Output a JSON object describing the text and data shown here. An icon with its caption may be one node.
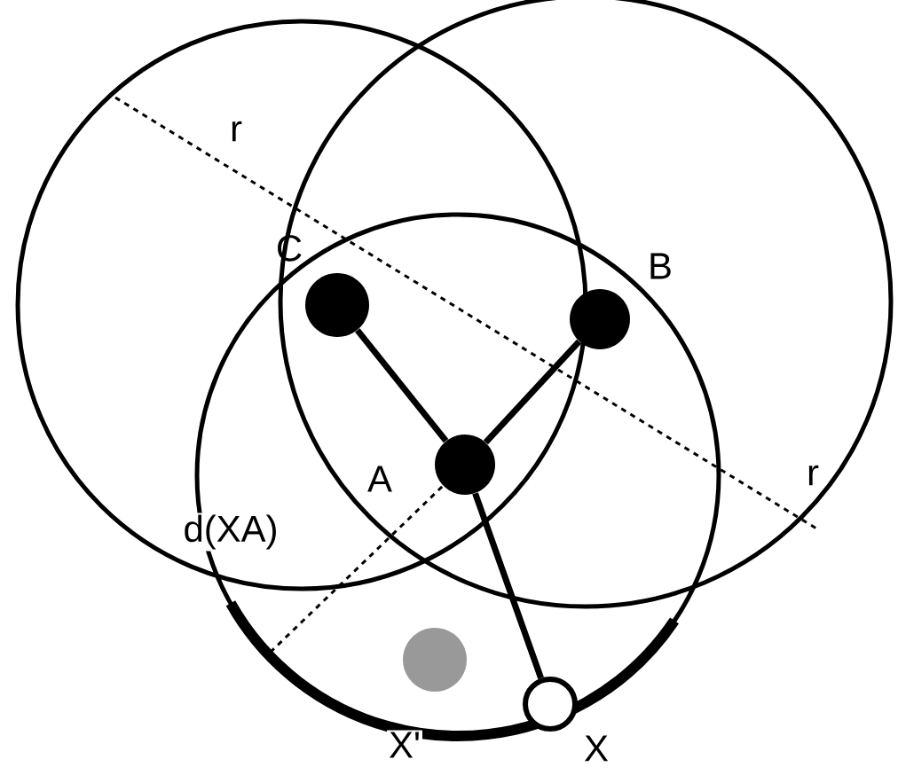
{
  "diagram": {
    "nodes": [
      {
        "text": [],
        "shape": "circle",
        "beside": [
          "C"
        ]
      },
      {
        "text": [],
        "shape": "circle",
        "beside": [
          "B"
        ]
      },
      {
        "text": [],
        "shape": "circle",
        "beside": [
          "A"
        ]
      },
      {
        "text": [],
        "shape": "circle"
      },
      {
        "text": [],
        "shape": "circle",
        "beside": [
          "X"
        ]
      }
    ],
    "edges": [
      {
        "from": 2,
        "to": 0,
        "arrow": "none"
      },
      {
        "from": 2,
        "to": 1,
        "arrow": "none"
      },
      {
        "from": 2,
        "to": 4,
        "arrow": "none"
      }
    ],
    "labels": [
      "r",
      "r",
      "d(XA)",
      "X'"
    ]
  }
}
